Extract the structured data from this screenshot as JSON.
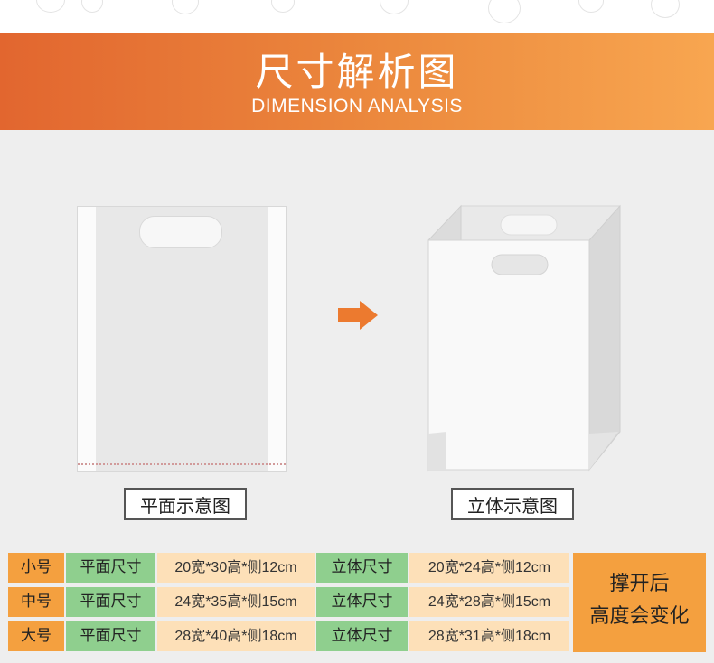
{
  "banner": {
    "title": "尺寸解析图",
    "subtitle": "DIMENSION ANALYSIS"
  },
  "arrow": {
    "icon": "right-arrow-icon"
  },
  "captions": {
    "flat": "平面示意图",
    "three_d": "立体示意图"
  },
  "table": {
    "rows": [
      {
        "size": "小号",
        "flat_label": "平面尺寸",
        "flat_value": "20宽*30高*侧12cm",
        "solid_label": "立体尺寸",
        "solid_value": "20宽*24高*侧12cm"
      },
      {
        "size": "中号",
        "flat_label": "平面尺寸",
        "flat_value": "24宽*35高*侧15cm",
        "solid_label": "立体尺寸",
        "solid_value": "24宽*28高*侧15cm"
      },
      {
        "size": "大号",
        "flat_label": "平面尺寸",
        "flat_value": "28宽*40高*侧18cm",
        "solid_label": "立体尺寸",
        "solid_value": "28宽*31高*侧18cm"
      }
    ],
    "note_line1": "撑开后",
    "note_line2": "高度会变化"
  },
  "colors": {
    "banner_start": "#e2662f",
    "banner_end": "#f8a650",
    "size_cell": "#f4a03f",
    "label_cell": "#8fcf8e",
    "value_cell": "#fde0b8",
    "arrow": "#ec7a2f"
  }
}
